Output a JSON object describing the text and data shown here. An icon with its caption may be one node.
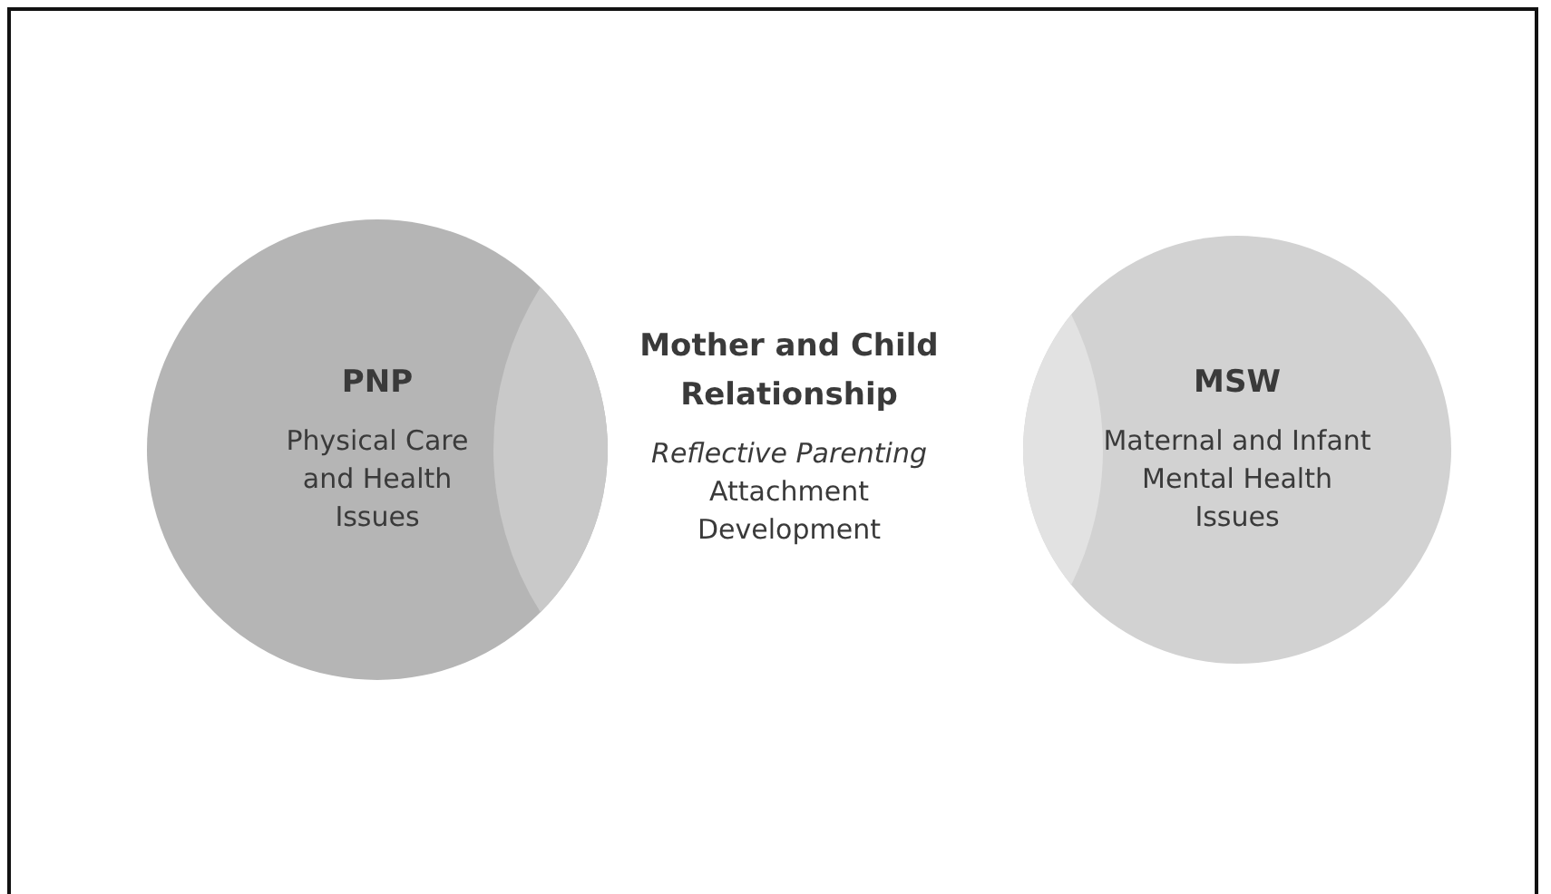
{
  "diagram": {
    "nodes": [
      {
        "text": [
          "PNP",
          "Physical Care and Health Issues"
        ]
      },
      {
        "text": [
          "Mother and Child Relationship",
          "Reflective Parenting",
          "Attachment Development"
        ]
      },
      {
        "text": [
          "MSW",
          "Maternal and Infant Mental Health Issues"
        ]
      }
    ]
  }
}
